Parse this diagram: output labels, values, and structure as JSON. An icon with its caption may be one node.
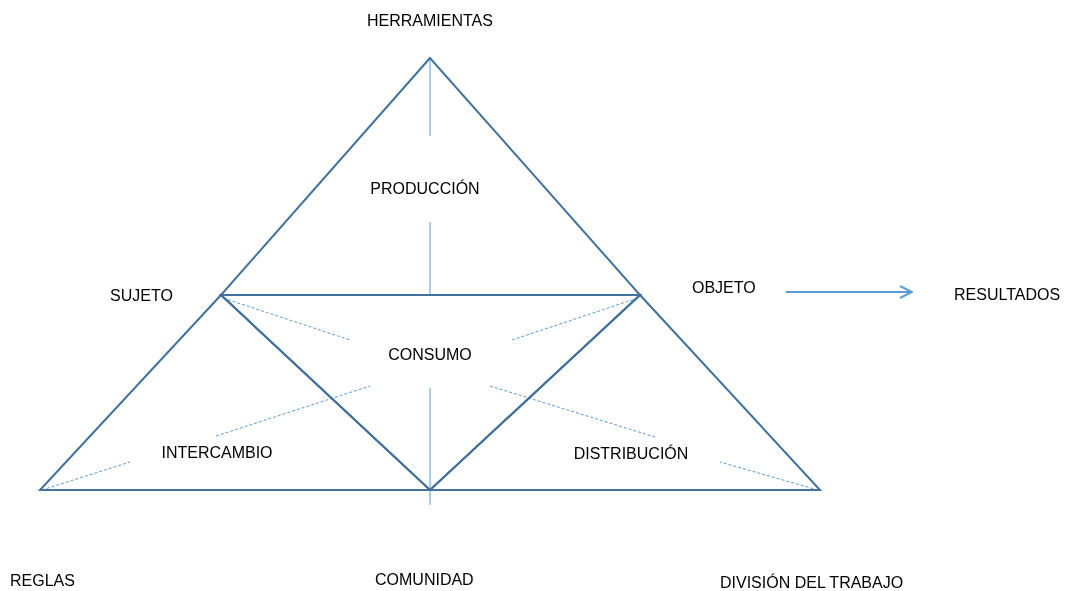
{
  "diagram": {
    "nodes": [
      {
        "text": [
          "PRODUCCIÓN"
        ]
      },
      {
        "text": [
          "CONSUMO"
        ]
      },
      {
        "text": [
          "INTERCAMBIO"
        ]
      },
      {
        "text": [
          "DISTRIBUCIÓN"
        ]
      },
      {
        "text": [
          "OBJETO"
        ]
      },
      {
        "text": [
          "RESULTADOS"
        ]
      }
    ],
    "edges": [
      {
        "from": 4,
        "to": 5,
        "arrow": "to"
      }
    ],
    "labels": [
      "HERRAMIENTAS",
      "SUJETO",
      "REGLAS",
      "COMUNIDAD",
      "DIVISIÓN DEL TRABAJO"
    ]
  }
}
